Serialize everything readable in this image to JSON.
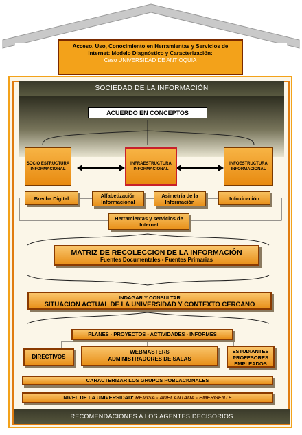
{
  "title": {
    "line1": "Acceso, Uso, Conocimiento en Herramientas y Servicios de",
    "line2": "Internet: Modelo Diagnóstico y Caracterización:",
    "line3": "Caso UNIVERSIDAD DE ANTIOQUIA"
  },
  "band": "SOCIEDAD DE LA INFORMACIÓN",
  "acuerdo": "ACUERDO EN CONCEPTOS",
  "nodes": {
    "socio": "SOCIO ESTRUCTURA INFORMACIONAL",
    "infra": "INFRAESTRUCTURA INFORMACIONAL",
    "info": "INFOESTRUCTURA INFORMACIONAL"
  },
  "pills": {
    "brecha": "Brecha Digital",
    "alfabetizacion": "Alfabetización Informacional",
    "asimetria": "Asimetría de la Información",
    "infoxicacion": "Infoxicación",
    "herramientas": "Herramientas y servicios de Internet"
  },
  "matriz": {
    "title": "MATRIZ DE RECOLECCION DE LA INFORMACIÓN",
    "sub": "Fuentes Documentales - Fuentes Primarias"
  },
  "indagar": {
    "line1": "INDAGAR Y CONSULTAR",
    "line2": "SITUACION ACTUAL DE LA UNIVERSIDAD Y CONTEXTO CERCANO"
  },
  "planes": "PLANES - PROYECTOS - ACTIVIDADES - INFORMES",
  "groups": {
    "directivos": "DIRECTIVOS",
    "webmasters": "WEBMASTERS",
    "admin": "ADMINISTRADORES DE SALAS",
    "estudiantes": "ESTUDIANTES",
    "profesores": "PROFESORES",
    "empleados": "EMPLEADOS"
  },
  "caracterizar": "CARACTERIZAR LOS GRUPOS POBLACIONALES",
  "nivel": {
    "prefix": "NIVEL DE LA UNIVERSIDAD: ",
    "levels": "REMISA - ADELANTADA - EMERGENTE"
  },
  "footer": "RECOMENDACIONES A LOS AGENTES DECISORIOS"
}
